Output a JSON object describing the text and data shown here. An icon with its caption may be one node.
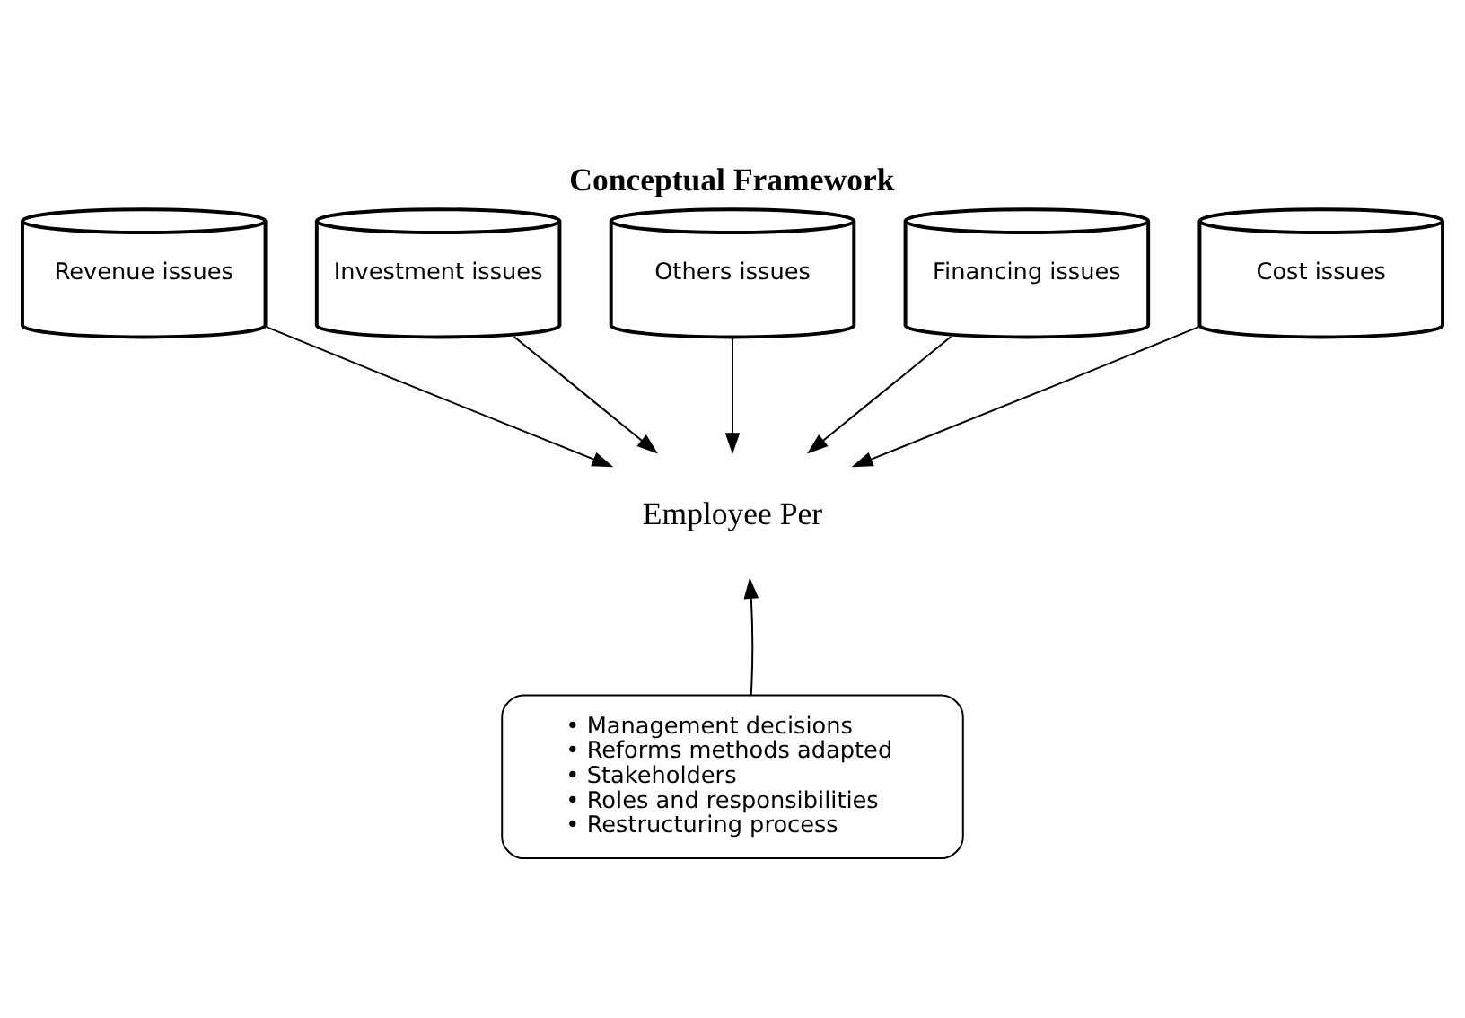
{
  "diagram": {
    "title": "Conceptual Framework",
    "nodes": [
      {
        "text": [
          "Revenue issues"
        ]
      },
      {
        "text": [
          "Investment issues"
        ]
      },
      {
        "text": [
          "Others issues"
        ]
      },
      {
        "text": [
          "Financing issues"
        ]
      },
      {
        "text": [
          "Cost issues"
        ]
      },
      {
        "text": [
          "Employee Per"
        ]
      },
      {
        "text": [
          "• Management decisions",
          "• Reforms methods adapted",
          "• Stakeholders",
          "• Roles and responsibilities",
          "• Restructuring process"
        ]
      }
    ],
    "edges": [
      {
        "from": 0,
        "to": 5,
        "arrow": "to"
      },
      {
        "from": 1,
        "to": 5,
        "arrow": "to"
      },
      {
        "from": 2,
        "to": 5,
        "arrow": "to"
      },
      {
        "from": 3,
        "to": 5,
        "arrow": "to"
      },
      {
        "from": 4,
        "to": 5,
        "arrow": "to"
      },
      {
        "from": 6,
        "to": 5,
        "arrow": "to"
      }
    ]
  }
}
